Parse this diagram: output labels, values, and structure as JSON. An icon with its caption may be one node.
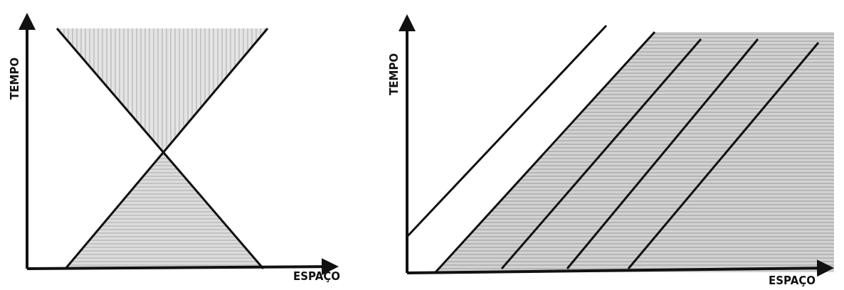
{
  "diagram": {
    "labels": [
      "TEMPO",
      "ESPAÇO",
      "TEMPO",
      "ESPAÇO"
    ]
  }
}
